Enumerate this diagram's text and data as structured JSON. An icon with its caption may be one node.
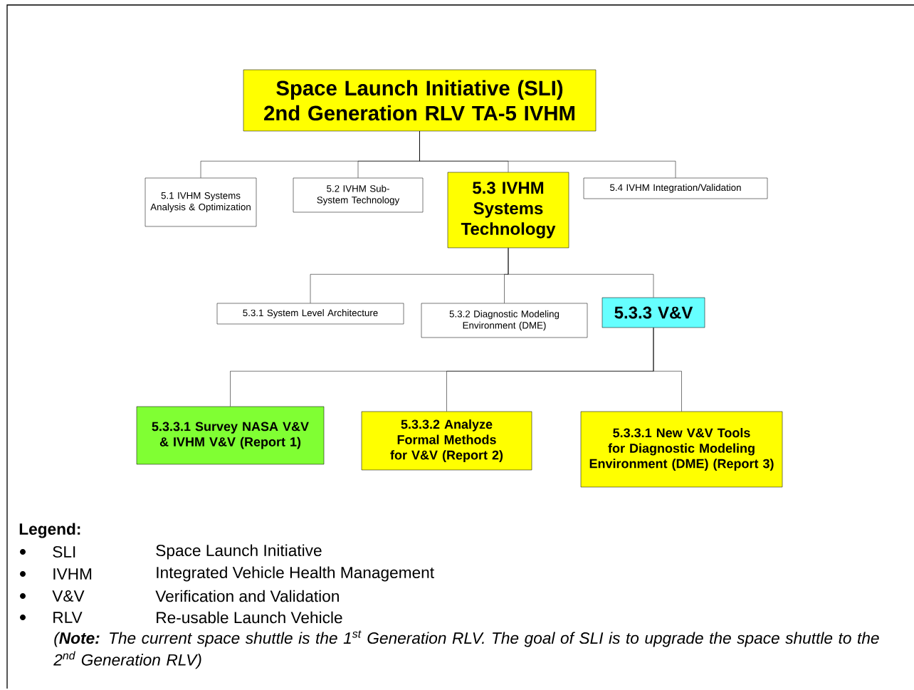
{
  "diagram": {
    "nodes": [
      {
        "text": [
          "Space Launch Initiative (SLI) 2nd Generation RLV TA-5 IVHM"
        ]
      },
      {
        "text": [
          "5.1 IVHM Systems Analysis & Optimization"
        ]
      },
      {
        "text": [
          "5.2 IVHM Sub-System Technology"
        ]
      },
      {
        "text": [
          "5.3 IVHM Systems Technology"
        ]
      },
      {
        "text": [
          "5.4 IVHM Integration/Validation"
        ]
      },
      {
        "text": [
          "5.3.1 System Level Architecture"
        ]
      },
      {
        "text": [
          "5.3.2 Diagnostic Modeling Environment (DME)"
        ]
      },
      {
        "text": [
          "5.3.3 V&V"
        ]
      },
      {
        "text": [
          "5.3.3.1 Survey NASA V&V & IVHM V&V (Report 1)"
        ]
      },
      {
        "text": [
          "5.3.3.2 Analyze Formal Methods for V&V (Report 2)"
        ]
      },
      {
        "text": [
          "5.3.3.1 New V&V Tools for Diagnostic Modeling Environment (DME) (Report 3)"
        ]
      }
    ],
    "edges": [
      {
        "from": 0,
        "to": 1,
        "arrow": "none"
      },
      {
        "from": 0,
        "to": 2,
        "arrow": "none"
      },
      {
        "from": 0,
        "to": 3,
        "arrow": "none"
      },
      {
        "from": 0,
        "to": 4,
        "arrow": "none"
      },
      {
        "from": 3,
        "to": 5,
        "arrow": "none"
      },
      {
        "from": 3,
        "to": 6,
        "arrow": "none"
      },
      {
        "from": 3,
        "to": 7,
        "arrow": "none"
      },
      {
        "from": 7,
        "to": 8,
        "arrow": "none"
      },
      {
        "from": 7,
        "to": 9,
        "arrow": "none"
      },
      {
        "from": 7,
        "to": 10,
        "arrow": "none"
      }
    ],
    "labels": [
      "Legend:",
      "SLI",
      "Space Launch Initiative",
      "IVHM",
      "Integrated Vehicle Health Management",
      "V&V",
      "Verification and Validation",
      "RLV",
      "Re-usable Launch Vehicle",
      "(**Note:** The current space shuttle is the 1$^{st}$ Generation RLV. The goal of SLI is to upgrade the space shuttle to the 2$^{nd}$ Generation RLV)"
    ]
  }
}
